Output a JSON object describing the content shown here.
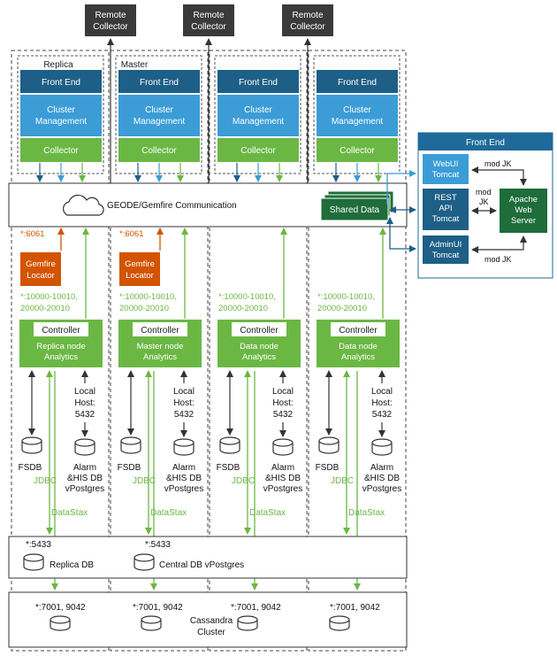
{
  "remote_collectors": [
    {
      "line1": "Remote",
      "line2": "Collector"
    },
    {
      "line1": "Remote",
      "line2": "Collector"
    },
    {
      "line1": "Remote",
      "line2": "Collector"
    }
  ],
  "nodes": [
    {
      "title": "Replica",
      "front_end": "Front End",
      "cluster_mgmt_1": "Cluster",
      "cluster_mgmt_2": "Management",
      "collector": "Collector",
      "locator_port": "*:6061",
      "locator_1": "Gemfire",
      "locator_2": "Locator",
      "ports_1": "*:10000-10010,",
      "ports_2": "20000-20010",
      "controller": "Controller",
      "analytics_1": "Replica node",
      "analytics_2": "Analytics",
      "local_host_1": "Local",
      "local_host_2": "Host:",
      "local_host_3": "5432",
      "fsdb": "FSDB",
      "alarm_1": "Alarm",
      "alarm_2": "&HIS DB",
      "alarm_3": "vPostgres",
      "jdbc": "JDBC",
      "datastax": "DataStax",
      "cassandra_port": "*:7001, 9042"
    },
    {
      "title": "Master",
      "front_end": "Front End",
      "cluster_mgmt_1": "Cluster",
      "cluster_mgmt_2": "Management",
      "collector": "Collector",
      "locator_port": "*:6061",
      "locator_1": "Gemfire",
      "locator_2": "Locator",
      "ports_1": "*:10000-10010,",
      "ports_2": "20000-20010",
      "controller": "Controller",
      "analytics_1": "Master node",
      "analytics_2": "Analytics",
      "local_host_1": "Local",
      "local_host_2": "Host:",
      "local_host_3": "5432",
      "fsdb": "FSDB",
      "alarm_1": "Alarm",
      "alarm_2": "&HIS DB",
      "alarm_3": "vPostgres",
      "jdbc": "JDBC",
      "datastax": "DataStax",
      "cassandra_port": "*:7001, 9042"
    },
    {
      "title": "",
      "front_end": "Front End",
      "cluster_mgmt_1": "Cluster",
      "cluster_mgmt_2": "Management",
      "collector": "Collector",
      "locator_port": "",
      "locator_1": "",
      "locator_2": "",
      "ports_1": "*:10000-10010,",
      "ports_2": "20000-20010",
      "controller": "Controller",
      "analytics_1": "Data node",
      "analytics_2": "Analytics",
      "local_host_1": "Local",
      "local_host_2": "Host:",
      "local_host_3": "5432",
      "fsdb": "FSDB",
      "alarm_1": "Alarm",
      "alarm_2": "&HIS DB",
      "alarm_3": "vPostgres",
      "jdbc": "JDBC",
      "datastax": "DataStax",
      "cassandra_port": "*:7001, 9042"
    },
    {
      "title": "",
      "front_end": "Front End",
      "cluster_mgmt_1": "Cluster",
      "cluster_mgmt_2": "Management",
      "collector": "Collector",
      "locator_port": "",
      "locator_1": "",
      "locator_2": "",
      "ports_1": "*:10000-10010,",
      "ports_2": "20000-20010",
      "controller": "Controller",
      "analytics_1": "Data node",
      "analytics_2": "Analytics",
      "local_host_1": "Local",
      "local_host_2": "Host:",
      "local_host_3": "5432",
      "fsdb": "FSDB",
      "alarm_1": "Alarm",
      "alarm_2": "&HIS DB",
      "alarm_3": "vPostgres",
      "jdbc": "JDBC",
      "datastax": "DataStax",
      "cassandra_port": "*:7001, 9042"
    }
  ],
  "geode_bar": {
    "label": "GEODE/Gemfire Communication",
    "shared_data": "Shared Data"
  },
  "frontend_panel": {
    "title": "Front End",
    "webui_1": "WebUI",
    "webui_2": "Tomcat",
    "rest_1": "REST",
    "rest_2": "API",
    "rest_3": "Tomcat",
    "adminui_1": "AdminUI",
    "adminui_2": "Tomcat",
    "apache_1": "Apache",
    "apache_2": "Web",
    "apache_3": "Server",
    "modjk_top": "mod JK",
    "modjk_mid_1": "mod",
    "modjk_mid_2": "JK",
    "modjk_bottom": "mod JK"
  },
  "postgres_bar": {
    "port_1": "*:5433",
    "port_2": "*:5433",
    "replica_db": "Replica DB",
    "central_db": "Central DB vPostgres"
  },
  "cassandra": {
    "line1": "Cassandra",
    "line2": "Cluster"
  },
  "colors": {
    "dark_blue": "#1d5f86",
    "mid_blue": "#3b9cd6",
    "green": "#6bb744",
    "orange": "#d35400",
    "dark_green": "#1f6d3a",
    "charcoal": "#3a3a3a",
    "panel_blue": "#1f6a9a"
  }
}
